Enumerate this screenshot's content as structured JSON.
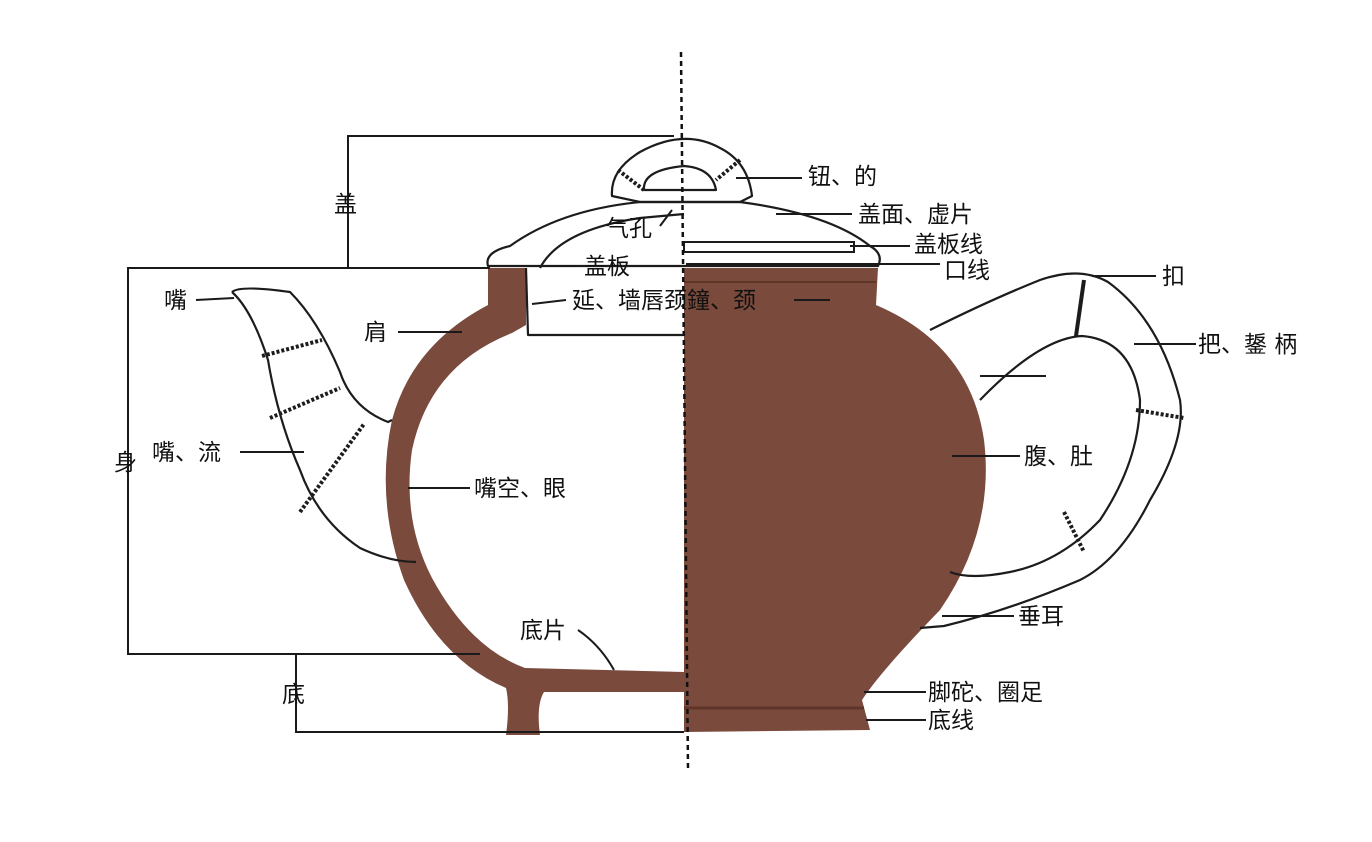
{
  "colors": {
    "clay": "#7a4a3d",
    "clay_dark": "#5e3528",
    "outline": "#1c1c1c",
    "background": "#ffffff"
  },
  "labels": {
    "gai": "盖",
    "shen": "身",
    "di": "底",
    "niu": "钮、的",
    "gaimian": "盖面、虚片",
    "qikong": "气孔",
    "gaibanxian": "盖板线",
    "gaiban": "盖板",
    "kouxian": "口线",
    "kou": "扣",
    "zui": "嘴",
    "yan": "延、墙唇",
    "jing": "颈鐘、颈",
    "jian": "肩",
    "ba": "把、鋬 柄",
    "zuiliu": "嘴、流",
    "fu": "腹、肚",
    "zuikong": "嘴空、眼",
    "chuier": "垂耳",
    "dipian": "底片",
    "jiaotuo": "脚砣、圈足",
    "dixian": "底线"
  }
}
